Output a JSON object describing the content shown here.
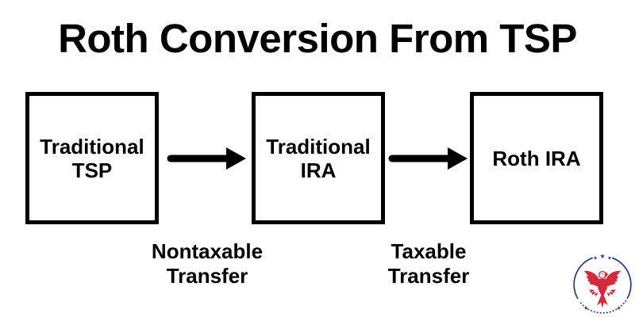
{
  "title": "Roth Conversion From TSP",
  "colors": {
    "background": "#ffffff",
    "text": "#000000",
    "box_border": "#000000",
    "arrow": "#000000",
    "logo_red": "#d5293d",
    "logo_blue": "#27348b"
  },
  "flow": {
    "boxes": [
      {
        "label": "Traditional\nTSP"
      },
      {
        "label": "Traditional\nIRA"
      },
      {
        "label": "Roth IRA"
      }
    ],
    "arrows": [
      {
        "icon": "arrow-right-icon",
        "label": "Nontaxable\nTransfer"
      },
      {
        "icon": "arrow-right-icon",
        "label": "Taxable\nTransfer"
      }
    ]
  },
  "logo": {
    "icon": "eagle-circle-stars-emblem"
  }
}
